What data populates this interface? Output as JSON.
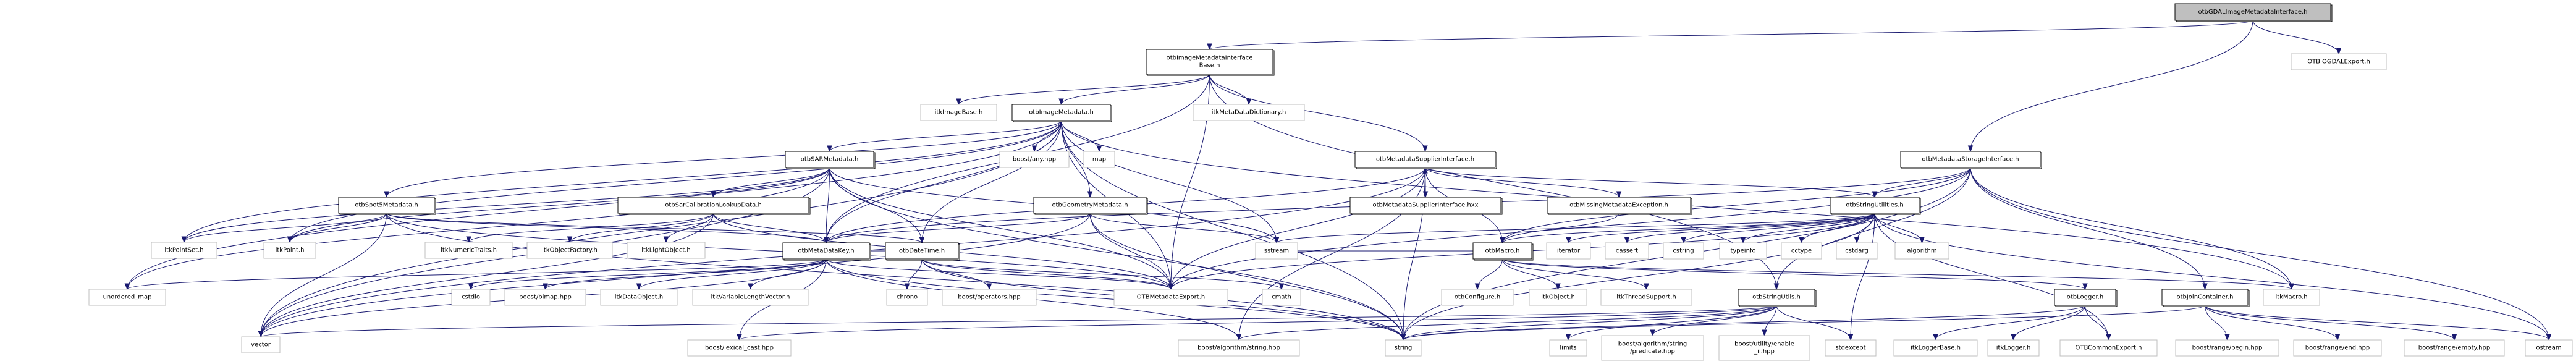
{
  "title": "otbGDALImageMetadataInterface.h include dependency graph",
  "colors": {
    "edge": "#191970",
    "root_fill": "#bfbfbf",
    "internal_border": "#000000",
    "external_border": "#bfbfbf"
  },
  "nodes": [
    {
      "id": "root",
      "label": [
        "otbGDALImageMetadataInterface.h"
      ],
      "kind": "root"
    },
    {
      "id": "iogdalexport",
      "label": [
        "OTBIOGDALExport.h"
      ],
      "kind": "ext"
    },
    {
      "id": "imibase",
      "label": [
        "otbImageMetadataInterface",
        "Base.h"
      ],
      "kind": "int"
    },
    {
      "id": "itkimagebase",
      "label": [
        "itkImageBase.h"
      ],
      "kind": "ext"
    },
    {
      "id": "imagemetadata",
      "label": [
        "otbImageMetadata.h"
      ],
      "kind": "int"
    },
    {
      "id": "itkmdd",
      "label": [
        "itkMetaDataDictionary.h"
      ],
      "kind": "ext"
    },
    {
      "id": "sarmetadata",
      "label": [
        "otbSARMetadata.h"
      ],
      "kind": "int"
    },
    {
      "id": "boostany",
      "label": [
        "boost/any.hpp"
      ],
      "kind": "ext"
    },
    {
      "id": "map",
      "label": [
        "map"
      ],
      "kind": "ext"
    },
    {
      "id": "msi",
      "label": [
        "otbMetadataSupplierInterface.h"
      ],
      "kind": "int"
    },
    {
      "id": "mstorage",
      "label": [
        "otbMetadataStorageInterface.h"
      ],
      "kind": "int"
    },
    {
      "id": "spot5",
      "label": [
        "otbSpot5Metadata.h"
      ],
      "kind": "int"
    },
    {
      "id": "sarcal",
      "label": [
        "otbSarCalibrationLookupData.h"
      ],
      "kind": "int"
    },
    {
      "id": "geometry",
      "label": [
        "otbGeometryMetadata.h"
      ],
      "kind": "int"
    },
    {
      "id": "msihxx",
      "label": [
        "otbMetadataSupplierInterface.hxx"
      ],
      "kind": "int"
    },
    {
      "id": "missing",
      "label": [
        "otbMissingMetadataException.h"
      ],
      "kind": "int"
    },
    {
      "id": "stringutilities",
      "label": [
        "otbStringUtilities.h"
      ],
      "kind": "int"
    },
    {
      "id": "itkpointset",
      "label": [
        "itkPointSet.h"
      ],
      "kind": "ext"
    },
    {
      "id": "itkpoint",
      "label": [
        "itkPoint.h"
      ],
      "kind": "ext"
    },
    {
      "id": "itknumeric",
      "label": [
        "itkNumericTraits.h"
      ],
      "kind": "ext"
    },
    {
      "id": "itkobjfactory",
      "label": [
        "itkObjectFactory.h"
      ],
      "kind": "ext"
    },
    {
      "id": "itklight",
      "label": [
        "itkLightObject.h"
      ],
      "kind": "ext"
    },
    {
      "id": "mdkey",
      "label": [
        "otbMetaDataKey.h"
      ],
      "kind": "int"
    },
    {
      "id": "datetime",
      "label": [
        "otbDateTime.h"
      ],
      "kind": "int"
    },
    {
      "id": "sstream",
      "label": [
        "sstream"
      ],
      "kind": "ext"
    },
    {
      "id": "macro",
      "label": [
        "otbMacro.h"
      ],
      "kind": "int"
    },
    {
      "id": "iterator",
      "label": [
        "iterator"
      ],
      "kind": "ext"
    },
    {
      "id": "cassert",
      "label": [
        "cassert"
      ],
      "kind": "ext"
    },
    {
      "id": "cstring",
      "label": [
        "cstring"
      ],
      "kind": "ext"
    },
    {
      "id": "typeinfo",
      "label": [
        "typeinfo"
      ],
      "kind": "ext"
    },
    {
      "id": "cctype",
      "label": [
        "cctype"
      ],
      "kind": "ext"
    },
    {
      "id": "cstdarg",
      "label": [
        "cstdarg"
      ],
      "kind": "ext"
    },
    {
      "id": "algorithm",
      "label": [
        "algorithm"
      ],
      "kind": "ext"
    },
    {
      "id": "unorderedmap",
      "label": [
        "unordered_map"
      ],
      "kind": "ext"
    },
    {
      "id": "cstdio",
      "label": [
        "cstdio"
      ],
      "kind": "ext"
    },
    {
      "id": "bimap",
      "label": [
        "boost/bimap.hpp"
      ],
      "kind": "ext"
    },
    {
      "id": "itkdataobject",
      "label": [
        "itkDataObject.h"
      ],
      "kind": "ext"
    },
    {
      "id": "itkvlv",
      "label": [
        "itkVariableLengthVector.h"
      ],
      "kind": "ext"
    },
    {
      "id": "chrono",
      "label": [
        "chrono"
      ],
      "kind": "ext"
    },
    {
      "id": "operators",
      "label": [
        "boost/operators.hpp"
      ],
      "kind": "ext"
    },
    {
      "id": "mdexport",
      "label": [
        "OTBMetadataExport.h"
      ],
      "kind": "ext"
    },
    {
      "id": "cmath",
      "label": [
        "cmath"
      ],
      "kind": "ext"
    },
    {
      "id": "configure",
      "label": [
        "otbConfigure.h"
      ],
      "kind": "ext"
    },
    {
      "id": "itkobject",
      "label": [
        "itkObject.h"
      ],
      "kind": "ext"
    },
    {
      "id": "itkthread",
      "label": [
        "itkThreadSupport.h"
      ],
      "kind": "ext"
    },
    {
      "id": "stringutils",
      "label": [
        "otbStringUtils.h"
      ],
      "kind": "int"
    },
    {
      "id": "logger",
      "label": [
        "otbLogger.h"
      ],
      "kind": "int"
    },
    {
      "id": "joincontainer",
      "label": [
        "otbJoinContainer.h"
      ],
      "kind": "int"
    },
    {
      "id": "itkmacro",
      "label": [
        "itkMacro.h"
      ],
      "kind": "ext"
    },
    {
      "id": "vector",
      "label": [
        "vector"
      ],
      "kind": "ext"
    },
    {
      "id": "lexicalcast",
      "label": [
        "boost/lexical_cast.hpp"
      ],
      "kind": "ext"
    },
    {
      "id": "algostring",
      "label": [
        "boost/algorithm/string.hpp"
      ],
      "kind": "ext"
    },
    {
      "id": "string",
      "label": [
        "string"
      ],
      "kind": "ext"
    },
    {
      "id": "limits",
      "label": [
        "limits"
      ],
      "kind": "ext"
    },
    {
      "id": "predicate",
      "label": [
        "boost/algorithm/string",
        "/predicate.hpp"
      ],
      "kind": "ext"
    },
    {
      "id": "enableif",
      "label": [
        "boost/utility/enable",
        "_if.hpp"
      ],
      "kind": "ext"
    },
    {
      "id": "stdexcept",
      "label": [
        "stdexcept"
      ],
      "kind": "ext"
    },
    {
      "id": "itkloggerbase",
      "label": [
        "itkLoggerBase.h"
      ],
      "kind": "ext"
    },
    {
      "id": "itklogger",
      "label": [
        "itkLogger.h"
      ],
      "kind": "ext"
    },
    {
      "id": "commonexport",
      "label": [
        "OTBCommonExport.h"
      ],
      "kind": "ext"
    },
    {
      "id": "rangebegin",
      "label": [
        "boost/range/begin.hpp"
      ],
      "kind": "ext"
    },
    {
      "id": "rangeend",
      "label": [
        "boost/range/end.hpp"
      ],
      "kind": "ext"
    },
    {
      "id": "rangeempty",
      "label": [
        "boost/range/empty.hpp"
      ],
      "kind": "ext"
    },
    {
      "id": "ostream",
      "label": [
        "ostream"
      ],
      "kind": "ext"
    }
  ],
  "edges": [
    [
      "root",
      "imibase"
    ],
    [
      "root",
      "iogdalexport"
    ],
    [
      "root",
      "mstorage"
    ],
    [
      "imibase",
      "itkimagebase"
    ],
    [
      "imibase",
      "imagemetadata"
    ],
    [
      "imibase",
      "itkmdd"
    ],
    [
      "imibase",
      "msi"
    ],
    [
      "imibase",
      "mdkey"
    ],
    [
      "imibase",
      "mdexport"
    ],
    [
      "imibase",
      "stringutils"
    ],
    [
      "imagemetadata",
      "sarmetadata"
    ],
    [
      "imagemetadata",
      "spot5"
    ],
    [
      "imagemetadata",
      "geometry"
    ],
    [
      "imagemetadata",
      "boostany"
    ],
    [
      "imagemetadata",
      "map"
    ],
    [
      "imagemetadata",
      "mdkey"
    ],
    [
      "imagemetadata",
      "mdexport"
    ],
    [
      "imagemetadata",
      "string"
    ],
    [
      "imagemetadata",
      "vector"
    ],
    [
      "imagemetadata",
      "unorderedmap"
    ],
    [
      "imagemetadata",
      "itkpoint"
    ],
    [
      "imagemetadata",
      "itkpointset"
    ],
    [
      "imagemetadata",
      "sstream"
    ],
    [
      "imagemetadata",
      "datetime"
    ],
    [
      "imagemetadata",
      "itkmacro"
    ],
    [
      "sarmetadata",
      "sarcal"
    ],
    [
      "sarmetadata",
      "mdkey"
    ],
    [
      "sarmetadata",
      "datetime"
    ],
    [
      "sarmetadata",
      "itkpoint"
    ],
    [
      "sarmetadata",
      "itkpointset"
    ],
    [
      "sarmetadata",
      "vector"
    ],
    [
      "sarmetadata",
      "string"
    ],
    [
      "sarmetadata",
      "mdexport"
    ],
    [
      "sarmetadata",
      "unorderedmap"
    ],
    [
      "sarmetadata",
      "sstream"
    ],
    [
      "spot5",
      "itkpointset"
    ],
    [
      "spot5",
      "itkpoint"
    ],
    [
      "spot5",
      "mdkey"
    ],
    [
      "spot5",
      "vector"
    ],
    [
      "spot5",
      "string"
    ],
    [
      "spot5",
      "mdexport"
    ],
    [
      "spot5",
      "datetime"
    ],
    [
      "sarcal",
      "itknumeric"
    ],
    [
      "sarcal",
      "itkobjfactory"
    ],
    [
      "sarcal",
      "itklight"
    ],
    [
      "sarcal",
      "mdkey"
    ],
    [
      "sarcal",
      "mdexport"
    ],
    [
      "sarcal",
      "vector"
    ],
    [
      "geometry",
      "mdkey"
    ],
    [
      "geometry",
      "mdexport"
    ],
    [
      "geometry",
      "string"
    ],
    [
      "geometry",
      "sstream"
    ],
    [
      "geometry",
      "vector"
    ],
    [
      "msi",
      "msihxx"
    ],
    [
      "msihxx",
      "msi"
    ],
    [
      "msi",
      "missing"
    ],
    [
      "msi",
      "mdkey"
    ],
    [
      "msi",
      "mdexport"
    ],
    [
      "msi",
      "stringutilities"
    ],
    [
      "msi",
      "string"
    ],
    [
      "msi",
      "macro"
    ],
    [
      "msi",
      "vector"
    ],
    [
      "msi",
      "algostring"
    ],
    [
      "mstorage",
      "stringutilities"
    ],
    [
      "mstorage",
      "mdkey"
    ],
    [
      "mstorage",
      "macro"
    ],
    [
      "mstorage",
      "mdexport"
    ],
    [
      "mstorage",
      "stringutils"
    ],
    [
      "mstorage",
      "joincontainer"
    ],
    [
      "mstorage",
      "itkmacro"
    ],
    [
      "mstorage",
      "string"
    ],
    [
      "mstorage",
      "ostream"
    ],
    [
      "missing",
      "macro"
    ],
    [
      "stringutilities",
      "macro"
    ],
    [
      "stringutilities",
      "iterator"
    ],
    [
      "stringutilities",
      "cassert"
    ],
    [
      "stringutilities",
      "cstring"
    ],
    [
      "stringutilities",
      "typeinfo"
    ],
    [
      "stringutilities",
      "cctype"
    ],
    [
      "stringutilities",
      "cstdarg"
    ],
    [
      "stringutilities",
      "algorithm"
    ],
    [
      "stringutilities",
      "string"
    ],
    [
      "stringutilities",
      "stdexcept"
    ],
    [
      "stringutilities",
      "commonexport"
    ],
    [
      "stringutilities",
      "ostream"
    ],
    [
      "stringutilities",
      "sstream"
    ],
    [
      "stringutilities",
      "mdexport"
    ],
    [
      "mdkey",
      "itkvlv"
    ],
    [
      "mdkey",
      "itkdataobject"
    ],
    [
      "mdkey",
      "bimap"
    ],
    [
      "mdkey",
      "cstdio"
    ],
    [
      "mdkey",
      "unorderedmap"
    ],
    [
      "mdkey",
      "vector"
    ],
    [
      "mdkey",
      "string"
    ],
    [
      "mdkey",
      "mdexport"
    ],
    [
      "mdkey",
      "lexicalcast"
    ],
    [
      "mdkey",
      "algostring"
    ],
    [
      "mdkey",
      "datetime"
    ],
    [
      "datetime",
      "chrono"
    ],
    [
      "datetime",
      "operators"
    ],
    [
      "datetime",
      "mdexport"
    ],
    [
      "datetime",
      "string"
    ],
    [
      "datetime",
      "cmath"
    ],
    [
      "macro",
      "configure"
    ],
    [
      "macro",
      "itkobject"
    ],
    [
      "macro",
      "itkthread"
    ],
    [
      "macro",
      "logger"
    ],
    [
      "macro",
      "itkmacro"
    ],
    [
      "macro",
      "sstream"
    ],
    [
      "stringutils",
      "string"
    ],
    [
      "stringutils",
      "vector"
    ],
    [
      "stringutils",
      "limits"
    ],
    [
      "stringutils",
      "predicate"
    ],
    [
      "stringutils",
      "enableif"
    ],
    [
      "stringutils",
      "stdexcept"
    ],
    [
      "stringutils",
      "lexicalcast"
    ],
    [
      "stringutils",
      "algostring"
    ],
    [
      "logger",
      "itkloggerbase"
    ],
    [
      "logger",
      "itklogger"
    ],
    [
      "logger",
      "commonexport"
    ],
    [
      "logger",
      "string"
    ],
    [
      "joincontainer",
      "rangebegin"
    ],
    [
      "joincontainer",
      "rangeend"
    ],
    [
      "joincontainer",
      "rangeempty"
    ],
    [
      "joincontainer",
      "ostream"
    ],
    [
      "joincontainer",
      "string"
    ]
  ]
}
